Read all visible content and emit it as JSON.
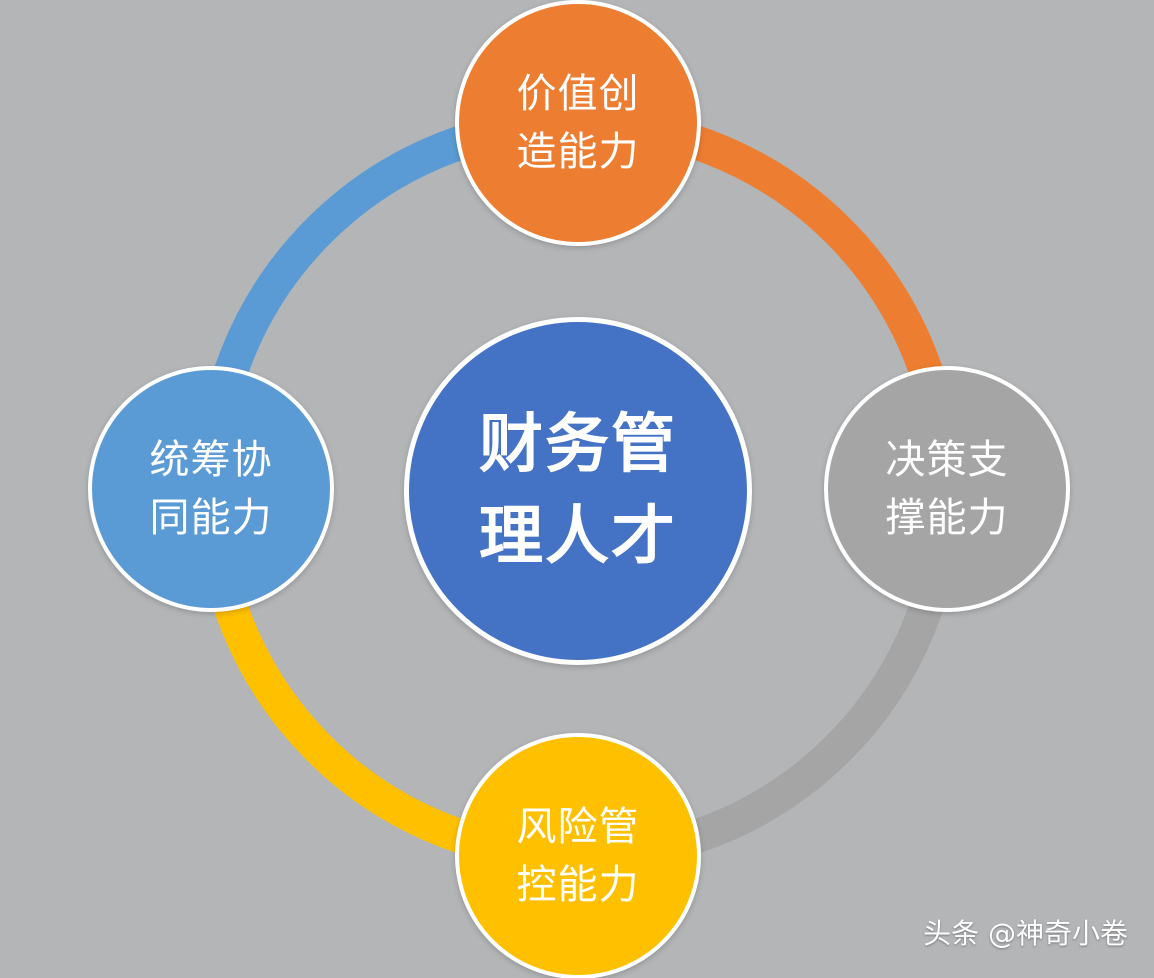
{
  "diagram": {
    "center": {
      "lines": [
        "财务管",
        "理人才"
      ],
      "color": "#4472c4"
    },
    "nodes": {
      "top": {
        "lines": [
          "价值创",
          "造能力"
        ],
        "color": "#ed7d31"
      },
      "right": {
        "lines": [
          "决策支",
          "撑能力"
        ],
        "color": "#a5a5a5"
      },
      "bottom": {
        "lines": [
          "风险管",
          "控能力"
        ],
        "color": "#ffc000"
      },
      "left": {
        "lines": [
          "统筹协",
          "同能力"
        ],
        "color": "#5b9bd5"
      }
    },
    "ring_colors": {
      "top_right": "#ed7d31",
      "right_bottom": "#a5a5a5",
      "bottom_left": "#ffc000",
      "left_top": "#5b9bd5"
    },
    "background": "#b3b5b7"
  },
  "watermark": "头条 @神奇小卷"
}
